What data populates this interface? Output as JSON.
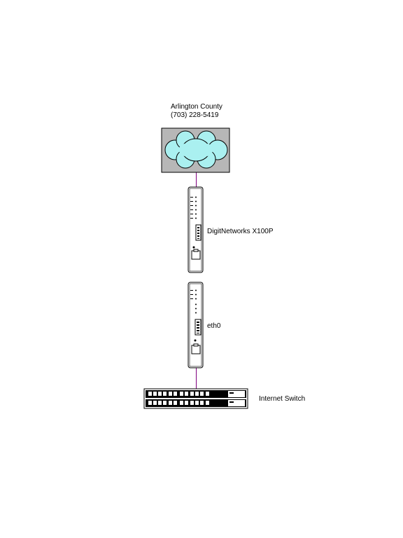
{
  "cloud": {
    "name_line": "Arlington County",
    "phone_line": "(703) 228-5419",
    "fill_color": "#aaf0f0",
    "background_color": "#b7b7b7"
  },
  "card_modem": {
    "label": "DigitNetworks X100P"
  },
  "card_nic": {
    "label": "eth0"
  },
  "switch": {
    "label": "Internet Switch"
  },
  "link_color": "#800080"
}
